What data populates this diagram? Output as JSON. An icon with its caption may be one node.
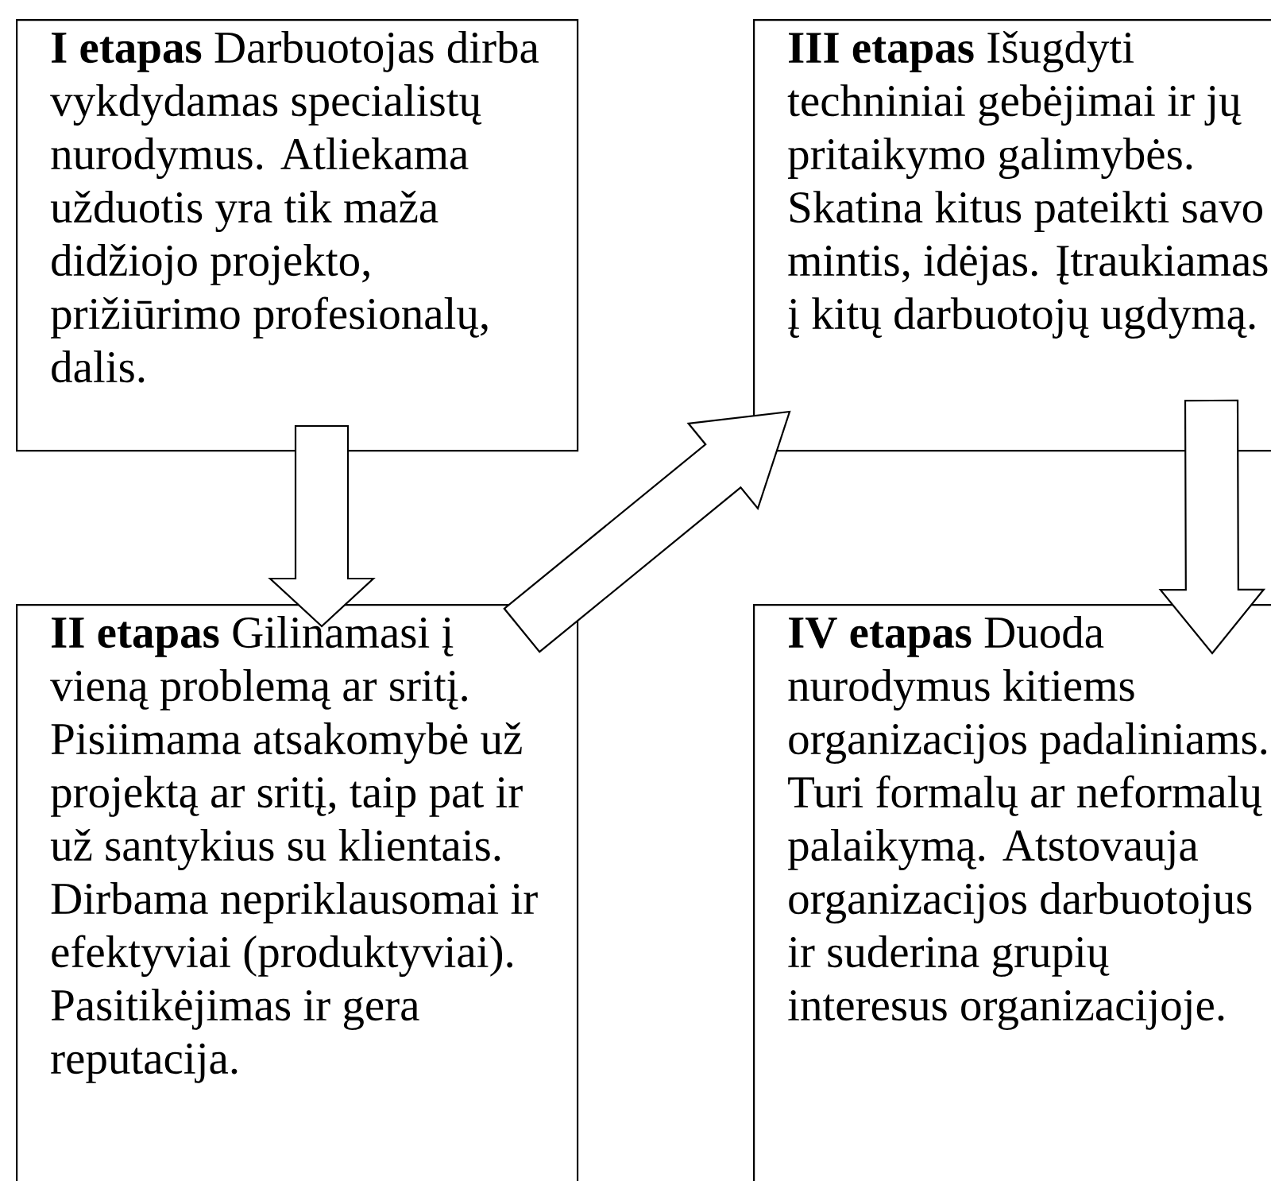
{
  "diagram": {
    "nodes": [
      {
        "text": [
          "**I etapas** Darbuotojas dirba vykdydamas specialistų nurodymus. Atliekama užduotis yra tik maža didžiojo projekto, prižiūrimo profesionalų, dalis."
        ]
      },
      {
        "text": [
          "**II etapas** Gilinamasi į vieną problemą ar sritį. Pisiimama atsakomybė už projektą ar sritį, taip pat ir už santykius su klientais. Dirbama nepriklausomai ir efektyviai (produktyviai). Pasitikėjimas ir gera reputacija."
        ]
      },
      {
        "text": [
          "**III etapas** Išugdyti techniniai gebėjimai ir jų pritaikymo galimybės. Skatina kitus pateikti savo mintis, idėjas. Įtraukiamas į kitų darbuotojų ugdymą."
        ]
      },
      {
        "text": [
          "**IV etapas** Duoda nurodymus kitiems organizacijos padaliniams. Turi formalų ar neformalų palaikymą. Atstovauja organizacijos darbuotojus ir suderina grupių interesus organizacijoje."
        ]
      }
    ],
    "edges": [
      {
        "from": 0,
        "to": 1,
        "arrow": "to"
      },
      {
        "from": 1,
        "to": 2,
        "arrow": "to"
      },
      {
        "from": 2,
        "to": 3,
        "arrow": "to"
      }
    ]
  }
}
